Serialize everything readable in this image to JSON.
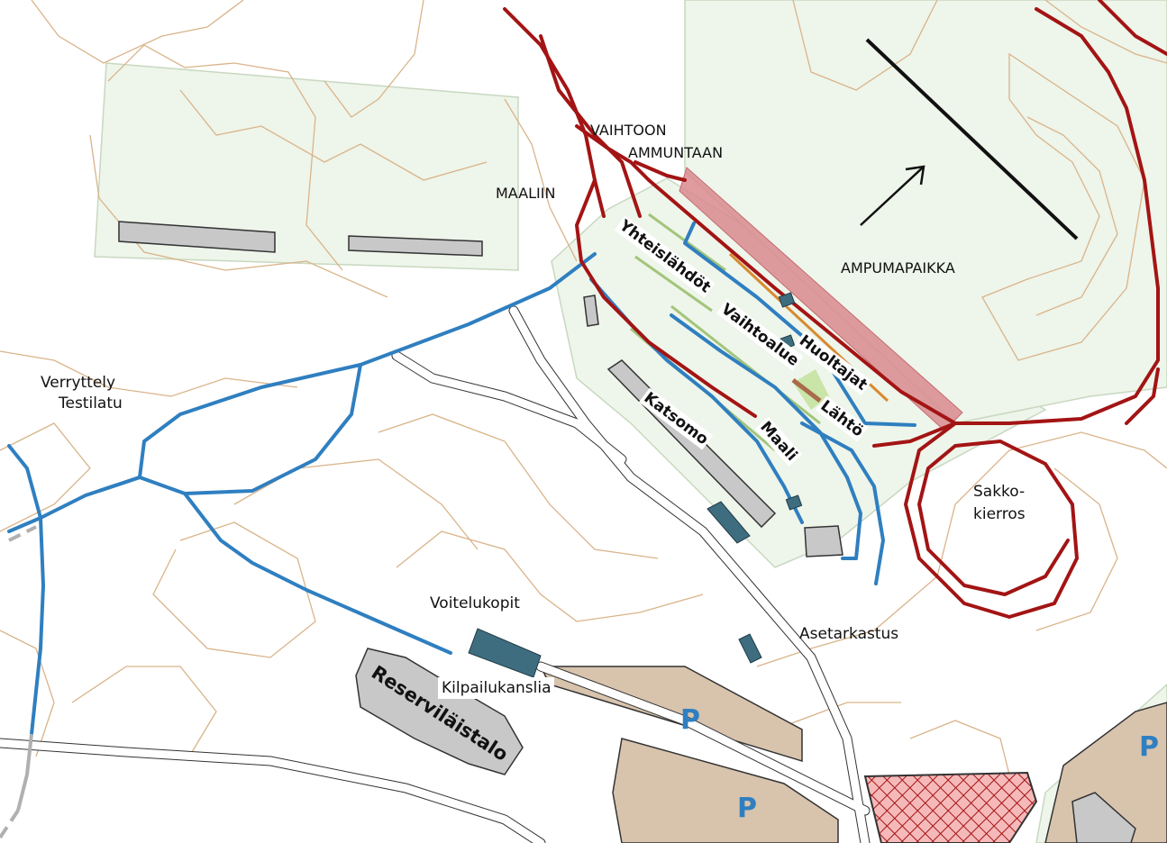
{
  "labels": {
    "vaihtoon": "VAIHTOON",
    "ammuntaan": "AMMUNTAAN",
    "maaliin": "MAALIIN",
    "ampumapaikka": "AMPUMAPAIKKA",
    "verryttely": "Verryttely",
    "testilatu": "Testilatu",
    "yhteislahdot": "Yhteislähdöt",
    "vaihtoalue": "Vaihtoalue",
    "huoltajat": "Huoltajat",
    "lahto": "Lähtö",
    "katsomo": "Katsomo",
    "maali": "Maali",
    "sakko1": "Sakko-",
    "sakko2": "kierros",
    "voitelukopit": "Voitelukopit",
    "asetarkastus": "Asetarkastus",
    "kilpailukanslia": "Kilpailukanslia",
    "reservilaistalo": "Reserviläistalo",
    "parking": "P"
  },
  "colors": {
    "ski_track_red": "#a31414",
    "ski_track_blue": "#2f7fc0",
    "contour": "#d9b48a",
    "green_area": "#eef5ea",
    "range_band": "#d9898e",
    "building": "#c8c8c8",
    "hut": "#3f6d80",
    "parking": "#d8c3ad"
  }
}
